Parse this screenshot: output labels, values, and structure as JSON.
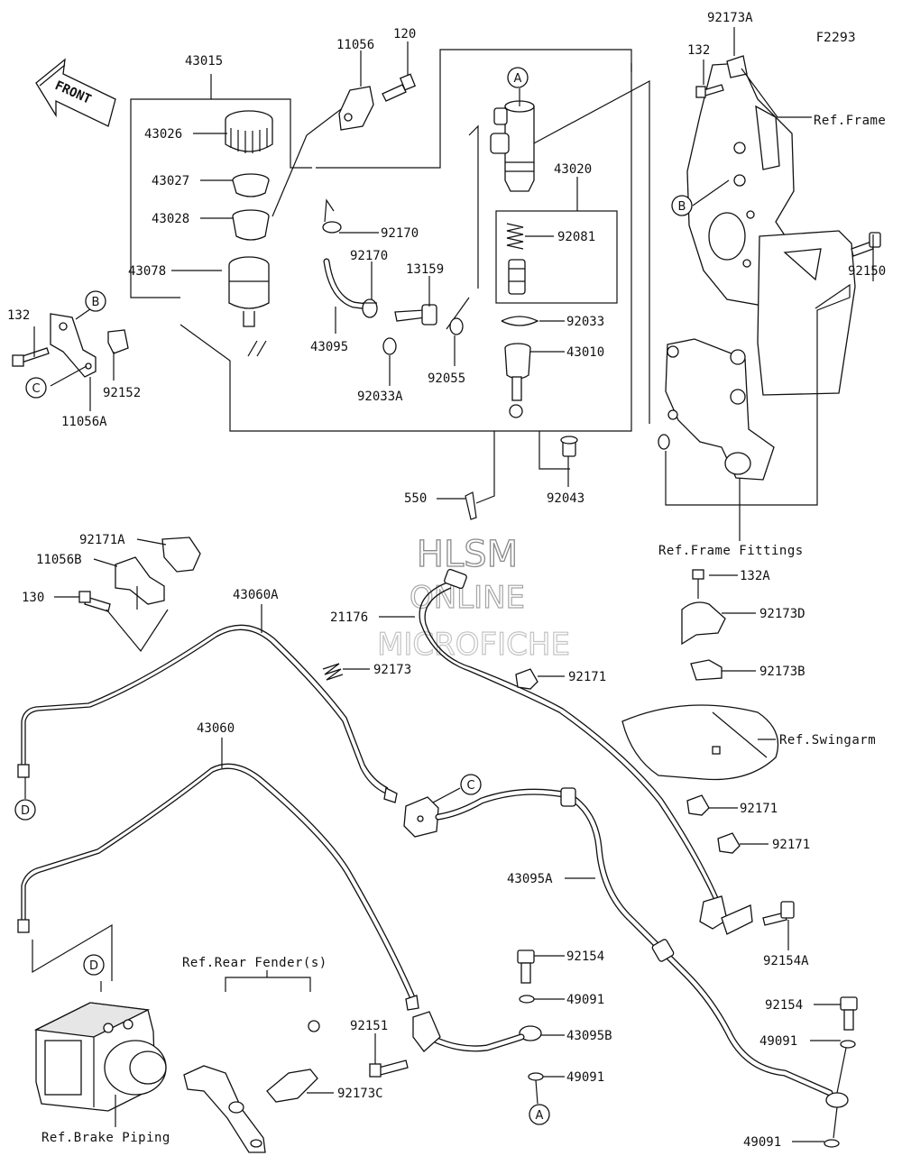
{
  "diagram": {
    "code": "F2293",
    "front_label": "FRONT",
    "watermark": [
      "HLSM",
      "ONLINE",
      "MICROFICHE"
    ],
    "part_labels": {
      "p43015": "43015",
      "p11056": "11056",
      "p120": "120",
      "p43026": "43026",
      "p43027": "43027",
      "p43028": "43028",
      "p43078": "43078",
      "p92170a": "92170",
      "p92170b": "92170",
      "p13159": "13159",
      "p43095": "43095",
      "p92033A": "92033A",
      "p92055": "92055",
      "p43020": "43020",
      "p92081": "92081",
      "p92033": "92033",
      "p43010": "43010",
      "p92043": "92043",
      "p550": "550",
      "p132a": "132",
      "p92152": "92152",
      "p11056A": "11056A",
      "p92173A": "92173A",
      "p132b": "132",
      "p92150": "92150",
      "p92171A": "92171A",
      "p11056B": "11056B",
      "p130": "130",
      "p43060A": "43060A",
      "p92173": "92173",
      "p21176": "21176",
      "p92171a": "92171",
      "p132A": "132A",
      "p92173D": "92173D",
      "p92173B": "92173B",
      "p92171b": "92171",
      "p92171c": "92171",
      "p43060": "43060",
      "p43095A": "43095A",
      "p92154A": "92154A",
      "p92154a": "92154",
      "p49091a": "49091",
      "p43095B": "43095B",
      "p92151": "92151",
      "p49091b": "49091",
      "p92154b": "92154",
      "p49091c": "49091",
      "p49091d": "49091",
      "p92173C": "92173C"
    },
    "references": {
      "frame": "Ref.Frame",
      "frame_fittings": "Ref.Frame Fittings",
      "swingarm": "Ref.Swingarm",
      "rear_fender": "Ref.Rear Fender(s)",
      "brake_piping": "Ref.Brake Piping"
    },
    "markers": {
      "A_top": "A",
      "B_frame": "B",
      "B_left": "B",
      "C_left": "C",
      "C_mid": "C",
      "D_left": "D",
      "D_abs": "D",
      "A_bottom": "A"
    }
  }
}
